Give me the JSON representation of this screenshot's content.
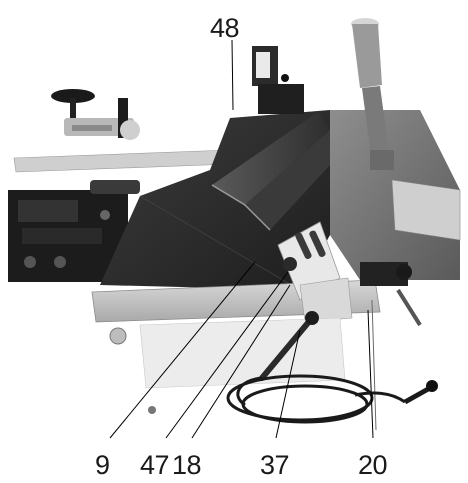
{
  "figure": {
    "callouts": [
      {
        "id": "48",
        "label": "48"
      },
      {
        "id": "9",
        "label": "9"
      },
      {
        "id": "47",
        "label": "47"
      },
      {
        "id": "18",
        "label": "18"
      },
      {
        "id": "37",
        "label": "37"
      },
      {
        "id": "20",
        "label": "20"
      }
    ]
  }
}
